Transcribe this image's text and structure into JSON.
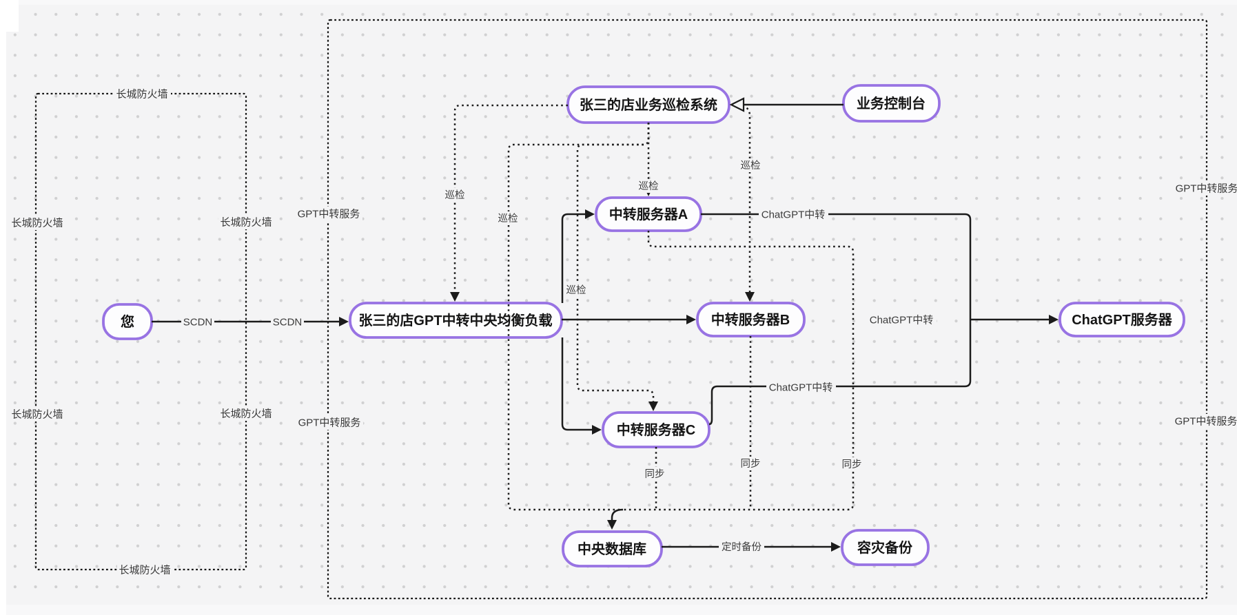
{
  "canvas": {
    "background": "#f4f4f5",
    "grid_dot_color": "#d0d0d1",
    "node_border_color": "#9873e3",
    "node_fill_color": "#fdfdfe",
    "edge_color": "#1b1b1b",
    "edge_label_color": "#3c3c3c"
  },
  "nodes": {
    "you": {
      "label": "您"
    },
    "load_balancer": {
      "label": "张三的店GPT中转中央均衡负载"
    },
    "patrol_system": {
      "label": "张三的店业务巡检系统"
    },
    "console": {
      "label": "业务控制台"
    },
    "relay_a": {
      "label": "中转服务器A"
    },
    "relay_b": {
      "label": "中转服务器B"
    },
    "relay_c": {
      "label": "中转服务器C"
    },
    "chatgpt_server": {
      "label": "ChatGPT服务器"
    },
    "central_db": {
      "label": "中央数据库"
    },
    "disaster_backup": {
      "label": "容灾备份"
    }
  },
  "edge_labels": {
    "scdn": "SCDN",
    "chatgpt_relay": "ChatGPT中转",
    "patrol": "巡检",
    "sync": "同步",
    "scheduled_backup": "定时备份"
  },
  "boundaries": {
    "great_firewall": {
      "label": "长城防火墙"
    },
    "gpt_relay_service": {
      "label": "GPT中转服务"
    }
  }
}
